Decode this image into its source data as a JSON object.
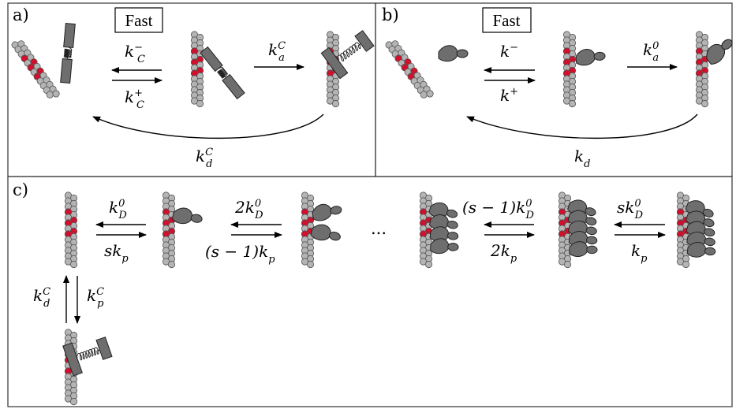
{
  "panels": {
    "a": {
      "label": "a)",
      "fast_label": "Fast",
      "rates": {
        "k_minus": {
          "base": "k",
          "sup": "−",
          "sub": "C"
        },
        "k_plus": {
          "base": "k",
          "sup": "+",
          "sub": "C"
        },
        "k_a": {
          "base": "k",
          "sup": "C",
          "sub": "a"
        },
        "k_d": {
          "base": "k",
          "sup": "C",
          "sub": "d"
        }
      }
    },
    "b": {
      "label": "b)",
      "fast_label": "Fast",
      "rates": {
        "k_minus": {
          "base": "k",
          "sup": "−",
          "sub": ""
        },
        "k_plus": {
          "base": "k",
          "sup": "+",
          "sub": ""
        },
        "k_a": {
          "base": "k",
          "sup": "0",
          "sub": "a"
        },
        "k_d": {
          "base": "k",
          "sup": "",
          "sub": "d"
        }
      }
    },
    "c": {
      "label": "c)",
      "ellipsis": "...",
      "steps": [
        {
          "top_prefix": "",
          "top_base": "k",
          "top_sup": "0",
          "top_sub": "D",
          "bottom_prefix": "s",
          "bottom_base": "k",
          "bottom_sub": "p"
        },
        {
          "top_prefix": "2",
          "top_base": "k",
          "top_sup": "0",
          "top_sub": "D",
          "bottom_prefix": "(s − 1)",
          "bottom_base": "k",
          "bottom_sub": "p"
        },
        {
          "top_prefix": "(s − 1)",
          "top_base": "k",
          "top_sup": "0",
          "top_sub": "D",
          "bottom_prefix": "2",
          "bottom_base": "k",
          "bottom_sub": "p"
        },
        {
          "top_prefix": "s",
          "top_base": "k",
          "top_sup": "0",
          "top_sub": "D",
          "bottom_prefix": "",
          "bottom_base": "k",
          "bottom_sub": "p"
        }
      ],
      "vertical": {
        "left": {
          "base": "k",
          "sup": "C",
          "sub": "d"
        },
        "right": {
          "base": "k",
          "sup": "C",
          "sub": "p"
        }
      }
    }
  },
  "colors": {
    "bead_grey": "#b4b4b4",
    "bead_red": "#d0102c",
    "motor_grey": "#6e6e6e"
  }
}
